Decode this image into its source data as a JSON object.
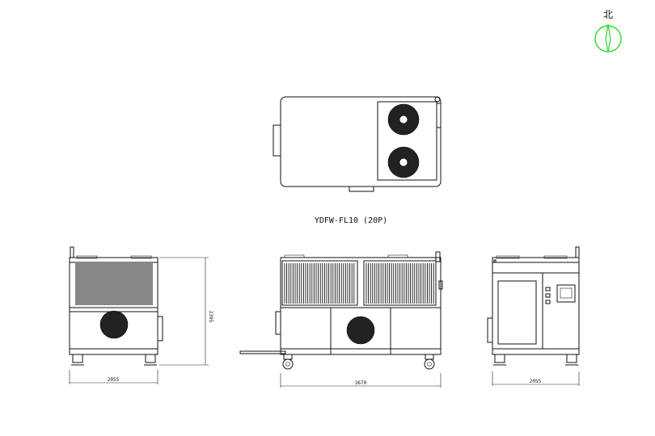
{
  "drawing": {
    "title": "YDFW-FL10 (20P)",
    "north_label": "北",
    "dimensions": {
      "left_width": "2055",
      "left_height": "2395",
      "front_width": "3670",
      "right_width": "2055"
    },
    "colors": {
      "line": "#111111",
      "north_arrow": "#22dd22",
      "background": "#ffffff"
    }
  }
}
